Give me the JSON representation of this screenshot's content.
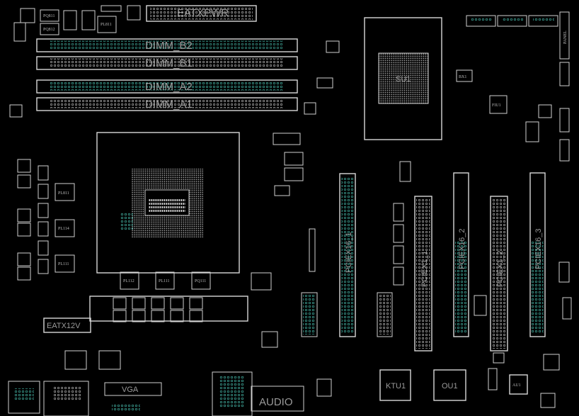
{
  "board": {
    "colors": {
      "background": "#000000",
      "outline": "#d8d8d8",
      "pin_teal": "#3fa89a",
      "label": "#9a9a9a"
    },
    "power_connector": "EATXPWR",
    "cpu_power_connector": "EATX12V",
    "memory_slots": [
      "DIMM_B2",
      "DIMM_B1",
      "DIMM_A2",
      "DIMM_A1"
    ],
    "chipset": "SU1",
    "crystal": "BX1",
    "bios_chip": "FIU1",
    "front_panel": "PANEL",
    "pcie_slots": [
      "PCIEX16_1",
      "PCIEX1_1",
      "PCIEX16_2",
      "PCIEX1_2",
      "PCIEX16_3"
    ],
    "rear_io": {
      "vga": "VGA",
      "audio": "AUDIO"
    },
    "ics": {
      "ktu1": "KTU1",
      "ou1": "OU1",
      "au1": "AU1"
    },
    "chokes": [
      "PQ811",
      "PQ812",
      "PL811",
      "PL114",
      "PL111",
      "PL112",
      "PL111",
      "PQ111"
    ]
  }
}
